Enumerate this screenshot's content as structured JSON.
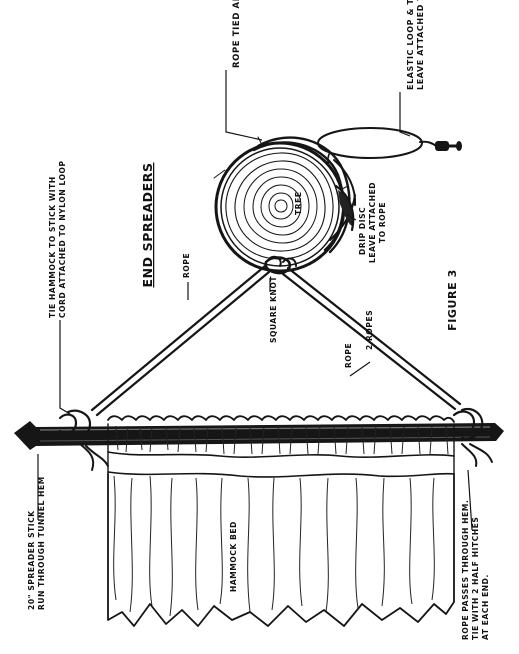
{
  "diagram": {
    "title": "END SPREADERS",
    "figure_label": "FIGURE 3",
    "labels": {
      "rope_tied_around_tree": "ROPE TIED AROUND TREE",
      "elastic_loop_line1": "ELASTIC LOOP & TOGGLE",
      "elastic_loop_line2": "LEAVE ATTACHED TO ROPE",
      "tree": "TREE",
      "drip_disc_line1": "DRIP DISC",
      "drip_disc_line2": "LEAVE ATTACHED",
      "drip_disc_line3": "TO ROPE",
      "tie_hammock_line1": "TIE HAMMOCK TO STICK WITH",
      "tie_hammock_line2": "CORD ATTACHED TO NYLON LOOP",
      "rope_upper": "ROPE",
      "square_knot": "SQUARE KNOT",
      "rope_lower": "ROPE",
      "rope_doubled_note": "2 ROPES",
      "spreader_line1": "20\" SPREADER STICK",
      "spreader_line2": "RUN THROUGH TUNNEL HEM",
      "hammock_bed": "HAMMOCK BED",
      "rope_passes_line1": "ROPE PASSES THROUGH HEM.",
      "rope_passes_line2": "TIE WITH 2 HALF HITCHES",
      "rope_passes_line3": "AT EACH END."
    }
  }
}
